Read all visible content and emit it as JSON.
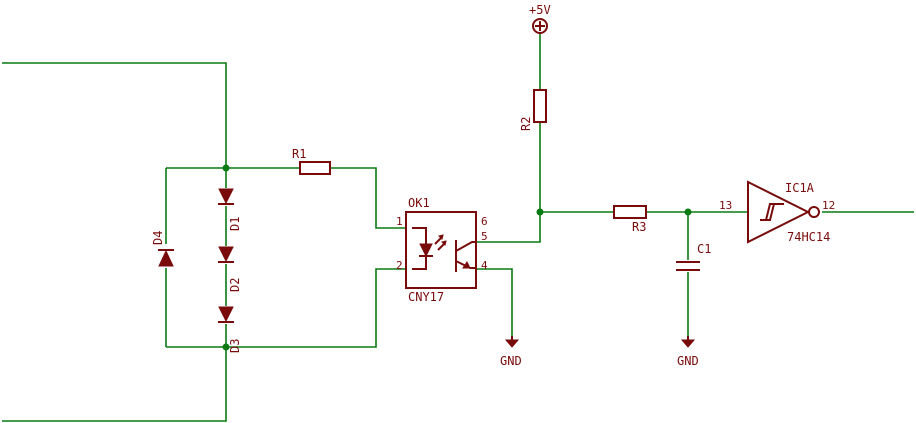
{
  "colors": {
    "wire": "#0a7a12",
    "part": "#7a0b0b",
    "background": "#ffffff"
  },
  "labels": {
    "vcc": "+5V",
    "r1": "R1",
    "r2": "R2",
    "r3": "R3",
    "c1": "C1",
    "d1": "D1",
    "d2": "D2",
    "d3": "D3",
    "d4": "D4",
    "ok1": "OK1",
    "cny17": "CNY17",
    "ic1a": "IC1A",
    "hc14": "74HC14",
    "gnd_left": "GND",
    "gnd_right": "GND"
  },
  "pins": {
    "ok_1": "1",
    "ok_2": "2",
    "ok_4": "4",
    "ok_5": "5",
    "ok_6": "6",
    "ic_13": "13",
    "ic_12": "12"
  }
}
